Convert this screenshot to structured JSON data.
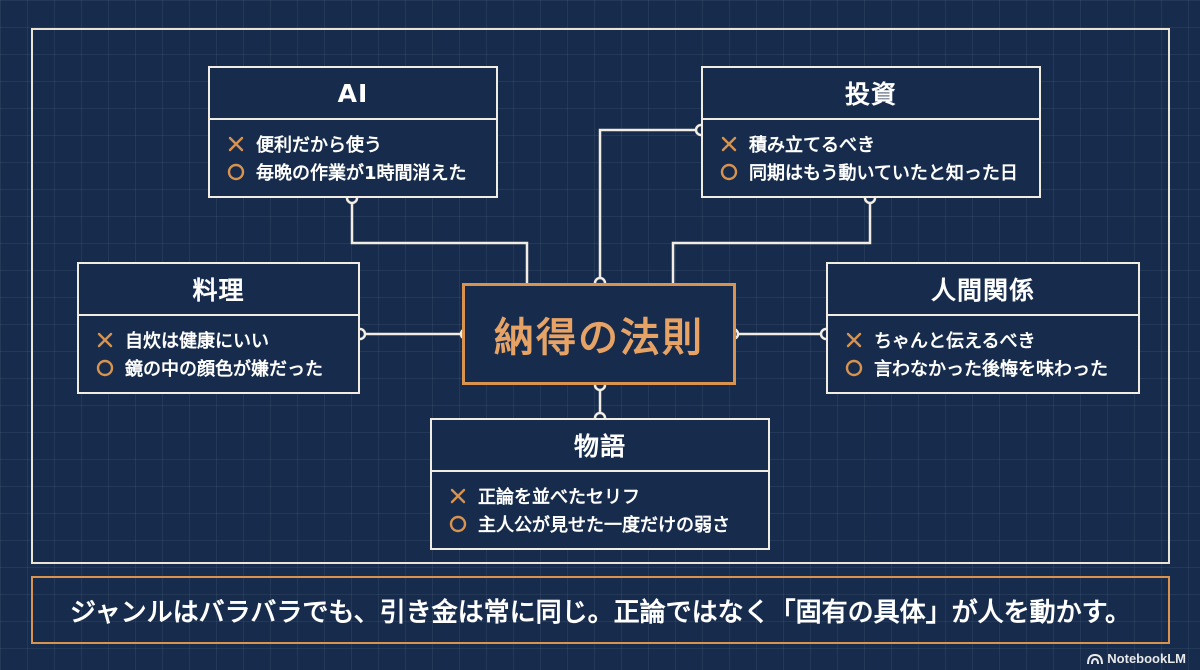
{
  "center_title": "納得の法則",
  "cards": {
    "ai": {
      "title": "AI",
      "wrong": "便利だから使う",
      "right": "毎晩の作業が1時間消えた"
    },
    "invest": {
      "title": "投資",
      "wrong": "積み立てるべき",
      "right": "同期はもう動いていたと知った日"
    },
    "cooking": {
      "title": "料理",
      "wrong": "自炊は健康にいい",
      "right": "鏡の中の顔色が嫌だった"
    },
    "relations": {
      "title": "人間関係",
      "wrong": "ちゃんと伝えるべき",
      "right": "言わなかった後悔を味わった"
    },
    "story": {
      "title": "物語",
      "wrong": "正論を並べたセリフ",
      "right": "主人公が見せた一度だけの弱さ"
    }
  },
  "summary": "ジャンルはバラバラでも、引き金は常に同じ。正論ではなく「固有の具体」が人を動かす。",
  "brand": "NotebookLM",
  "colors": {
    "background": "#172c4d",
    "accent": "#d8934f",
    "line": "#f1ede3"
  },
  "icons": {
    "wrong": "cross-mark-icon",
    "right": "circle-mark-icon",
    "brand": "notebooklm-logo-icon"
  }
}
